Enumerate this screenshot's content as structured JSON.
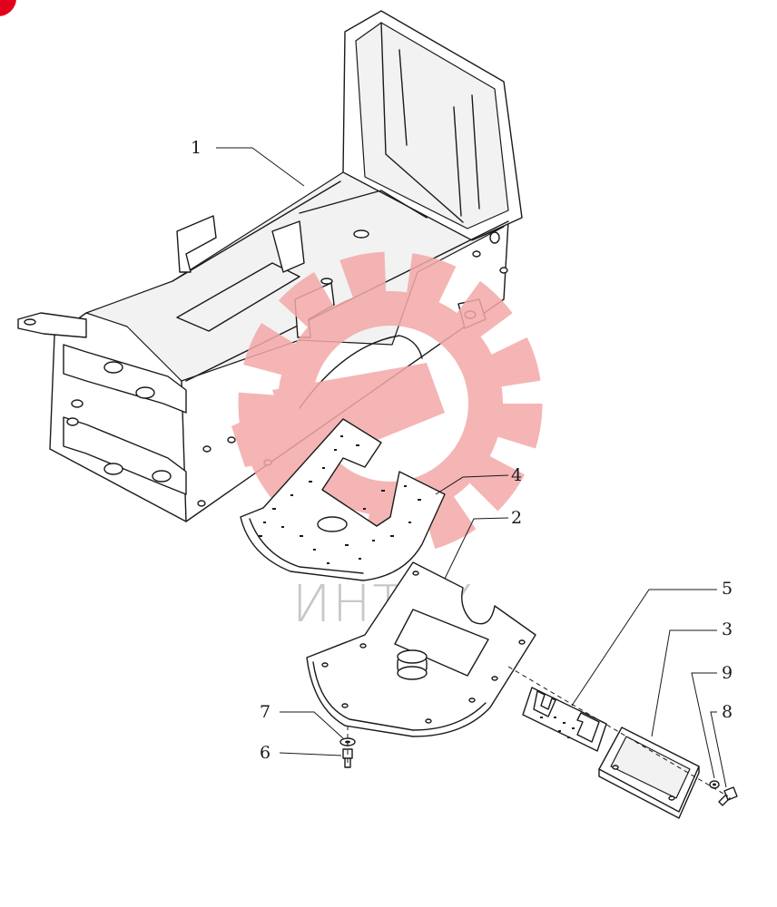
{
  "callouts": [
    {
      "id": "1",
      "label": "1"
    },
    {
      "id": "2",
      "label": "2"
    },
    {
      "id": "3",
      "label": "3"
    },
    {
      "id": "4",
      "label": "4"
    },
    {
      "id": "5",
      "label": "5"
    },
    {
      "id": "6",
      "label": "6"
    },
    {
      "id": "7",
      "label": "7"
    },
    {
      "id": "8",
      "label": "8"
    },
    {
      "id": "9",
      "label": "9"
    }
  ],
  "watermark": {
    "text": "ИНТЕХ",
    "color": "#f4a9a9",
    "text_color": "#c8c8c8"
  },
  "corner_badge": {
    "color": "#e3001b"
  },
  "parts": [
    {
      "callout": "1",
      "name": "frame"
    },
    {
      "callout": "2",
      "name": "floor plate"
    },
    {
      "callout": "3",
      "name": "cover"
    },
    {
      "callout": "4",
      "name": "mat"
    },
    {
      "callout": "5",
      "name": "pad"
    },
    {
      "callout": "6",
      "name": "bolt"
    },
    {
      "callout": "7",
      "name": "washer"
    },
    {
      "callout": "8",
      "name": "screw"
    },
    {
      "callout": "9",
      "name": "washer"
    }
  ]
}
